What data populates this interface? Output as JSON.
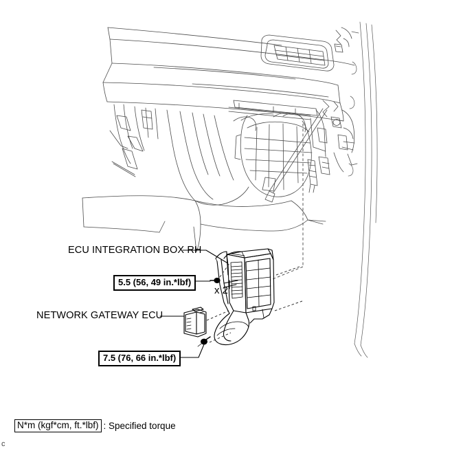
{
  "document": {
    "corner_mark": "c"
  },
  "callouts": [
    {
      "id": "ecu-integration-box-rh",
      "label": "ECU INTEGRATION BOX RH"
    },
    {
      "id": "network-gateway-ecu",
      "label": "NETWORK GATEWAY ECU"
    }
  ],
  "torque_specs": [
    {
      "id": "upper-bolt-torque",
      "value": "5.5 (56, 49 in.*lbf)",
      "quantity_marker": "x 2",
      "fastener": "bolt"
    },
    {
      "id": "lower-bolt-torque",
      "value": "7.5 (76, 66 in.*lbf)",
      "quantity_marker": "",
      "fastener": "bolt"
    }
  ],
  "legend": {
    "unit_box": "N*m (kgf*cm, ft.*lbf)",
    "description": ": Specified torque"
  },
  "illustration": {
    "title": "Instrument panel right side with ECU integration box and network gateway ECU",
    "line_color": "#3a3a3a",
    "detail_color": "#000000",
    "dashed_leader_color": "#555555"
  }
}
